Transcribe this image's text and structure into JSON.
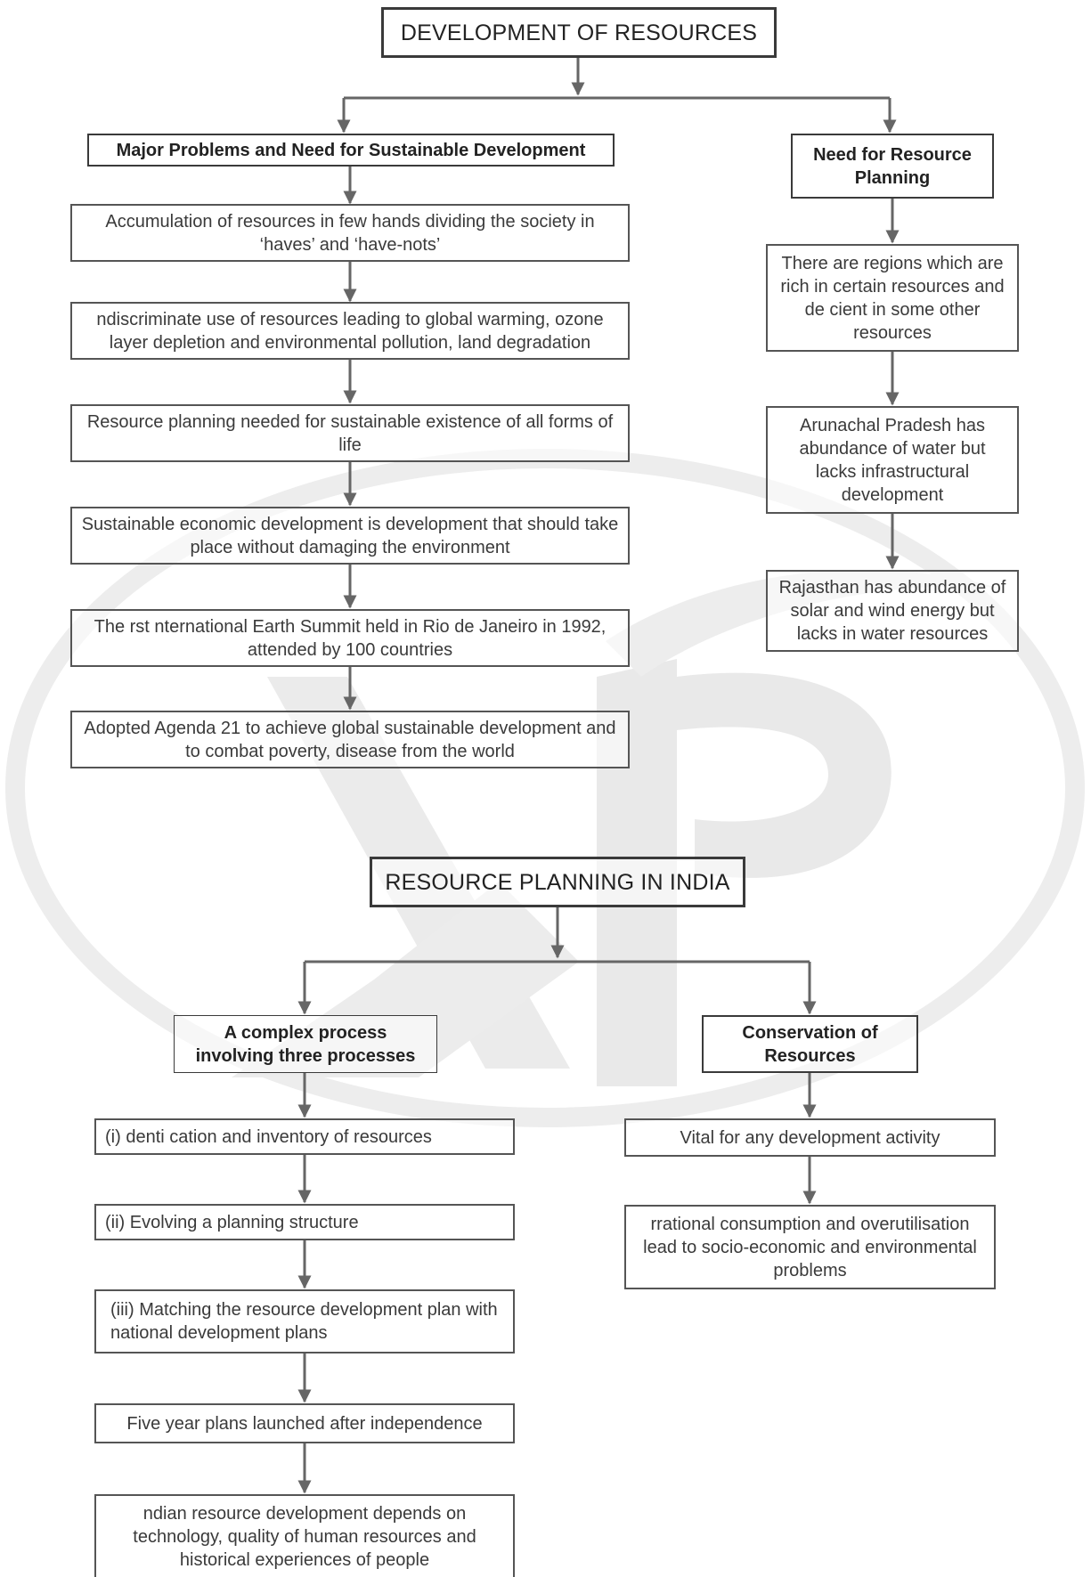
{
  "diagram": {
    "top": {
      "title": "DEVELOPMENT OF RESOURCES",
      "left_branch": {
        "heading": "Major Problems and Need for Sustainable Development",
        "steps": [
          "Accumulation of resources in few hands dividing the society in ‘haves’ and ‘have-nots’",
          "ndiscriminate use of resources leading to global warming, ozone layer depletion and environmental pollution, land degradation",
          "Resource planning needed for sustainable existence of all forms of life",
          "Sustainable economic development is development that should take place without damaging the environment",
          "The   rst  nternational Earth Summit held in Rio de Janeiro in 1992, attended by 100 countries",
          "Adopted Agenda 21 to achieve global sustainable development and to combat poverty, disease from the world"
        ]
      },
      "right_branch": {
        "heading": "Need for Resource Planning",
        "steps": [
          "There are regions which are rich in certain resources and de  cient in some other resources",
          "Arunachal Pradesh has abundance of water but lacks infrastructural development",
          "Rajasthan has abundance of solar and wind energy but lacks in water resources"
        ]
      }
    },
    "bottom": {
      "title": "RESOURCE PLANNING IN INDIA",
      "left_branch": {
        "heading": "A complex process involving three processes",
        "steps": [
          "(i)  denti  cation and inventory of resources",
          "(ii) Evolving a planning structure",
          "(iii) Matching the resource development plan with national development plans",
          "Five year plans launched after independence",
          "ndian resource development depends on technology, quality of human resources and historical experiences of people"
        ]
      },
      "right_branch": {
        "heading": "Conservation of Resources",
        "steps": [
          "Vital for any development activity",
          "rrational consumption and overutilisation lead to socio-economic and environmental problems"
        ]
      }
    }
  },
  "colors": {
    "line": "#666666",
    "border": "#555555",
    "text": "#3a3a3a",
    "watermark": "#ebebeb"
  }
}
